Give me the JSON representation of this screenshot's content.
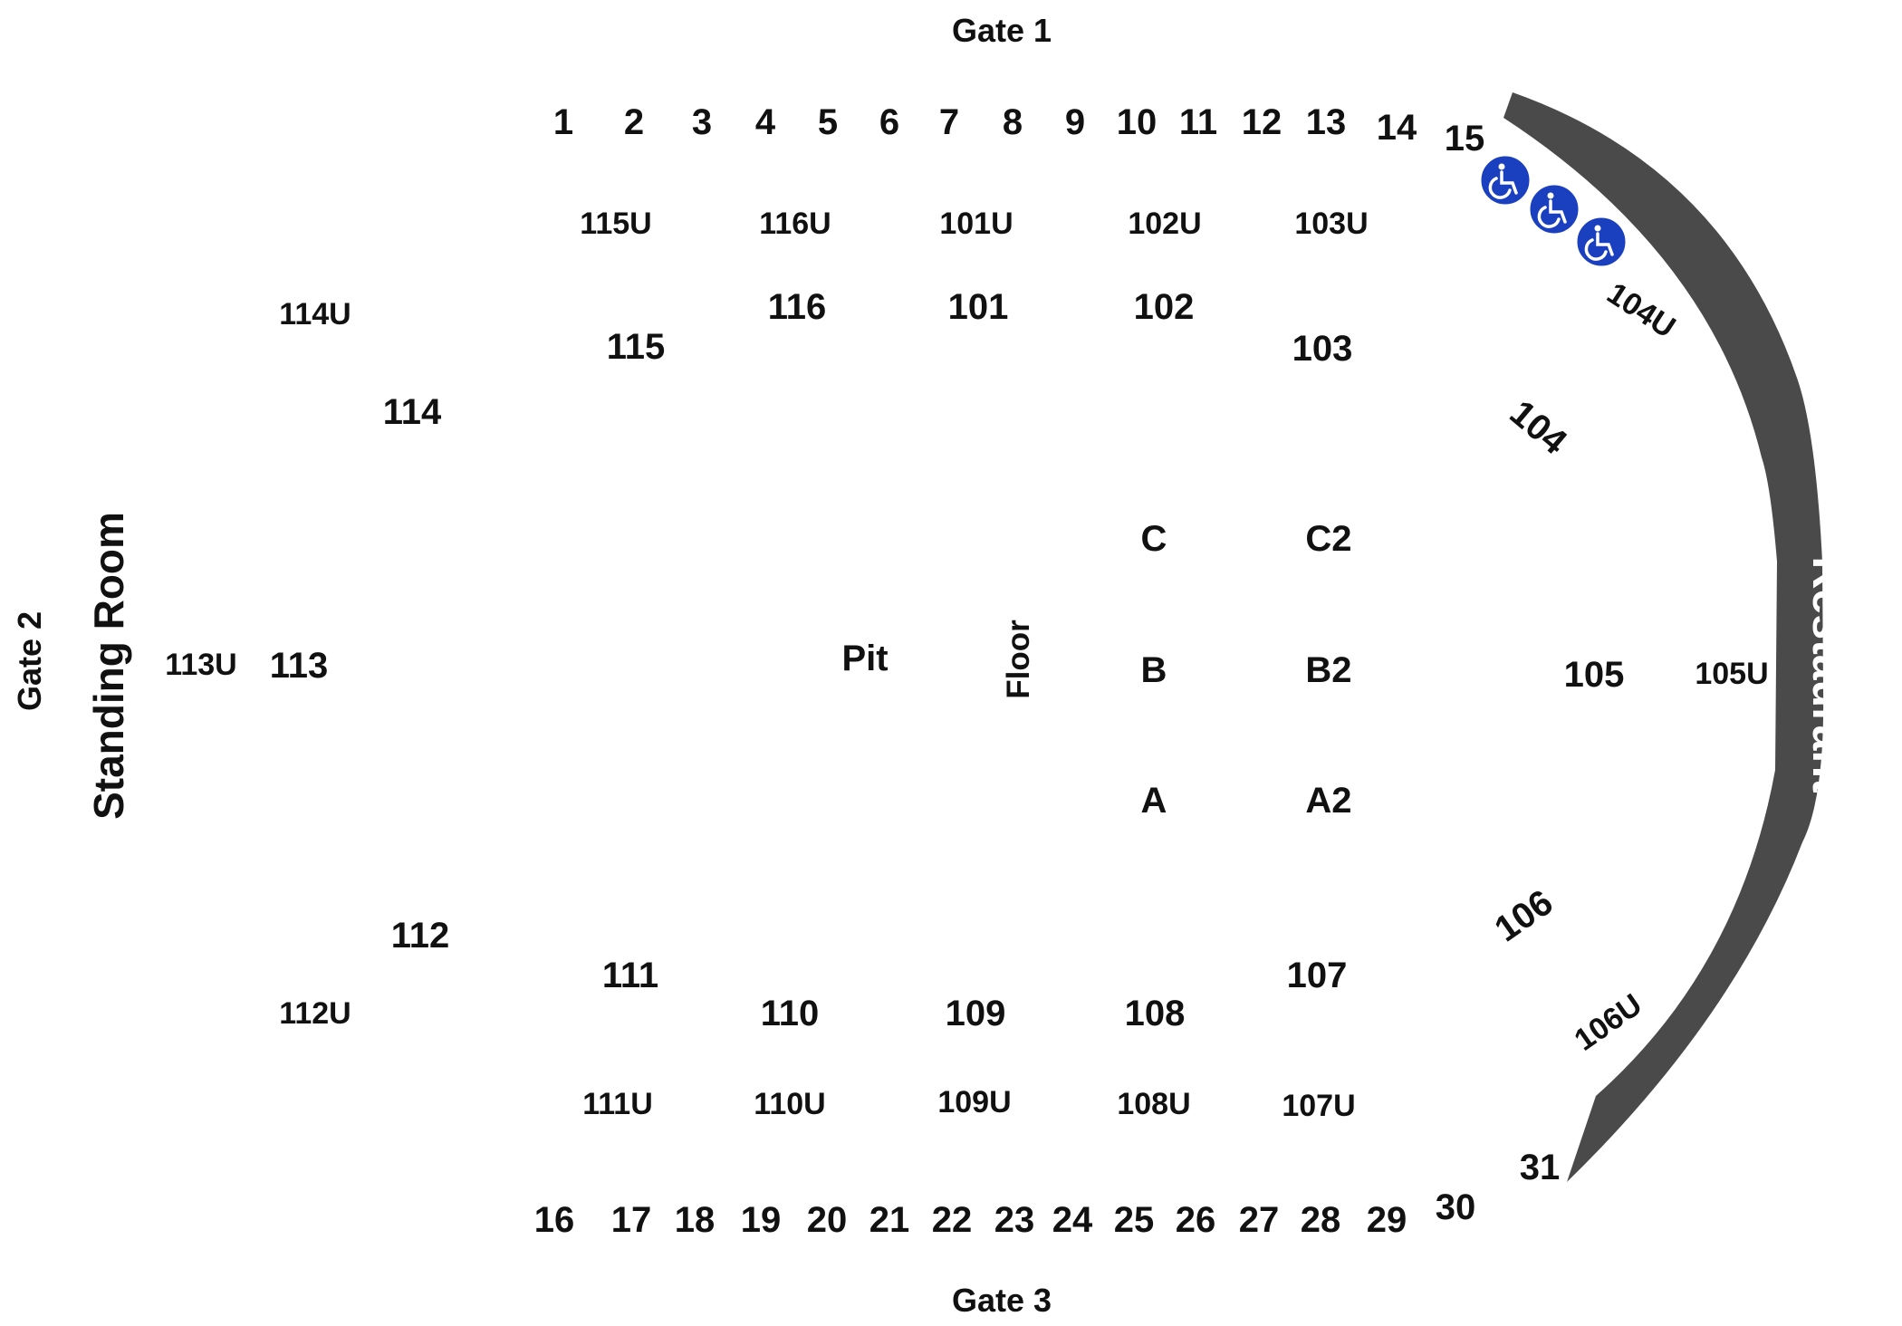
{
  "gates": {
    "top": "Gate 1",
    "left": "Gate 2",
    "bottom": "Gate 3"
  },
  "labels": {
    "standing_room": "Standing Room",
    "restaurant": "Restaurant",
    "pit": "Pit",
    "floor": "Floor"
  },
  "top_row_numbers": [
    "1",
    "2",
    "3",
    "4",
    "5",
    "6",
    "7",
    "8",
    "9",
    "10",
    "11",
    "12",
    "13",
    "14",
    "15"
  ],
  "bottom_row_numbers": [
    "16",
    "17",
    "18",
    "19",
    "20",
    "21",
    "22",
    "23",
    "24",
    "25",
    "26",
    "27",
    "28",
    "29",
    "30",
    "31"
  ],
  "upper_sections": [
    "115U",
    "116U",
    "101U",
    "102U",
    "103U",
    "114U",
    "104U",
    "113U",
    "105U",
    "112U",
    "106U",
    "111U",
    "110U",
    "109U",
    "108U",
    "107U"
  ],
  "sections": [
    "116",
    "101",
    "102",
    "115",
    "103",
    "114",
    "104",
    "113",
    "105",
    "112",
    "106",
    "111",
    "107",
    "110",
    "109",
    "108"
  ],
  "floor_blocks": [
    "C",
    "C2",
    "B",
    "B2",
    "A",
    "A2"
  ],
  "accessibility": {
    "icon": "wheelchair-icon",
    "count": 3,
    "color": "#1a3fbf"
  },
  "colors": {
    "restaurant_band": "#4a4a4a",
    "text": "#111111"
  }
}
